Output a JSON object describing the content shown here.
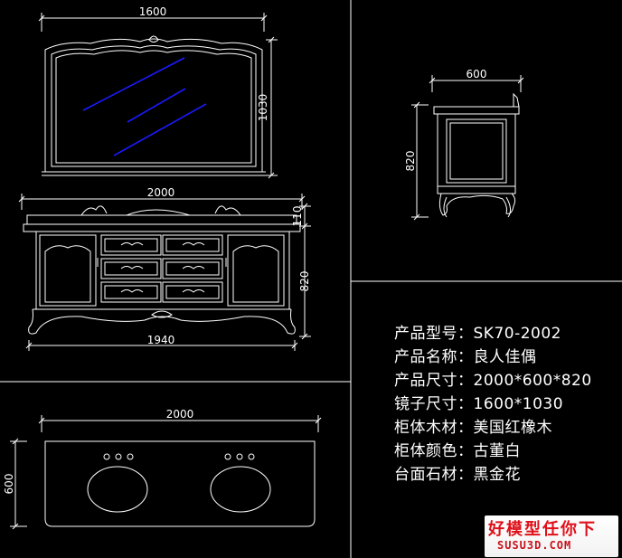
{
  "dimensions": {
    "mirror_width": "1600",
    "mirror_height": "1030",
    "cabinet_width": "2000",
    "cabinet_base_width": "1940",
    "cabinet_top_height": "110",
    "cabinet_height": "820",
    "side_depth": "600",
    "side_height": "820",
    "countertop_width": "2000",
    "countertop_depth": "600"
  },
  "specs": {
    "model": "产品型号：SK70-2002",
    "name": "产品名称：良人佳偶",
    "size": "产品尺寸：2000*600*820",
    "mirror_size": "镜子尺寸：1600*1030",
    "wood": "柜体木材：美国红橡木",
    "color": "柜体颜色：古董白",
    "stone": "台面石材：黑金花"
  },
  "watermark": {
    "title": "好模型任你下",
    "url": "SUSU3D.COM"
  },
  "colors": {
    "background": "#000000",
    "line": "#ffffff",
    "mirror_reflection": "#1a1aff",
    "watermark_text": "#e0101a"
  }
}
